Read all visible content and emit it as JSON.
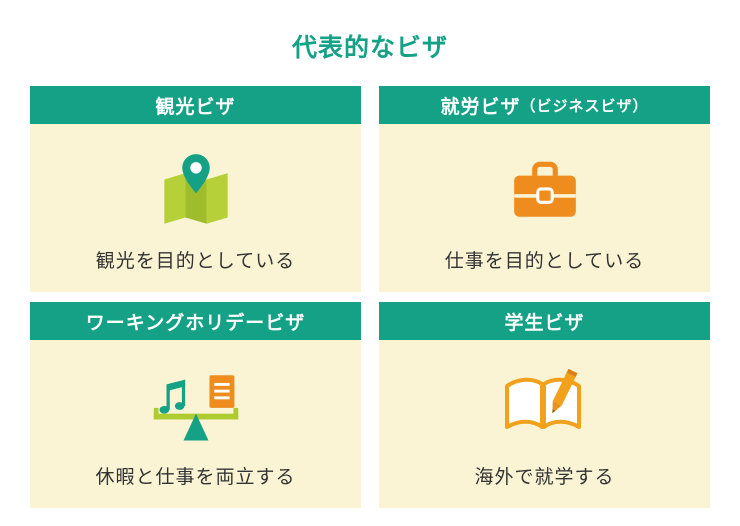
{
  "page": {
    "title": "代表的なビザ"
  },
  "colors": {
    "teal": "#14a185",
    "cream": "#faf4d4",
    "lime_light": "#b6d03a",
    "lime_dark": "#9ebc2b",
    "orange": "#ef8c1e",
    "text": "#333333"
  },
  "cards": [
    {
      "header": "観光ビザ",
      "description": "観光を目的としている",
      "icon": "map-pin-icon"
    },
    {
      "header": "就労ビザ",
      "header_sub": "（ビジネスビザ）",
      "description": "仕事を目的としている",
      "icon": "briefcase-icon"
    },
    {
      "header": "ワーキングホリデービザ",
      "description": "休暇と仕事を両立する",
      "icon": "balance-scale-icon"
    },
    {
      "header": "学生ビザ",
      "description": "海外で就学する",
      "icon": "open-book-pencil-icon"
    }
  ]
}
